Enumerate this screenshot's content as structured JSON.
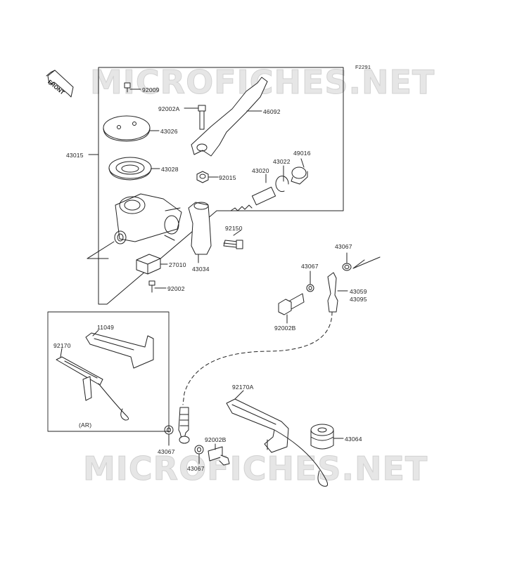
{
  "diagram": {
    "code": "F2291",
    "front_label": "FRONT",
    "watermark_top": "MICROFICHES.NET",
    "watermark_bottom": "MICROFICHES.NET",
    "inset_label": "(AR)",
    "parts": {
      "p92009": "92009",
      "p92002A": "92002A",
      "p46092": "46092",
      "p43026": "43026",
      "p43015": "43015",
      "p43028": "43028",
      "p92015": "92015",
      "p43020": "43020",
      "p43022": "43022",
      "p49016": "49016",
      "p92150": "92150",
      "p27010": "27010",
      "p43034": "43034",
      "p92002": "92002",
      "p43067_a": "43067",
      "p43067_b": "43067",
      "p43059": "43059",
      "p43095": "43095",
      "p92002B_a": "92002B",
      "p11049": "11049",
      "p92170": "92170",
      "p92170A": "92170A",
      "p43064": "43064",
      "p43067_c": "43067",
      "p92002B_b": "92002B",
      "p43067_d": "43067"
    }
  }
}
